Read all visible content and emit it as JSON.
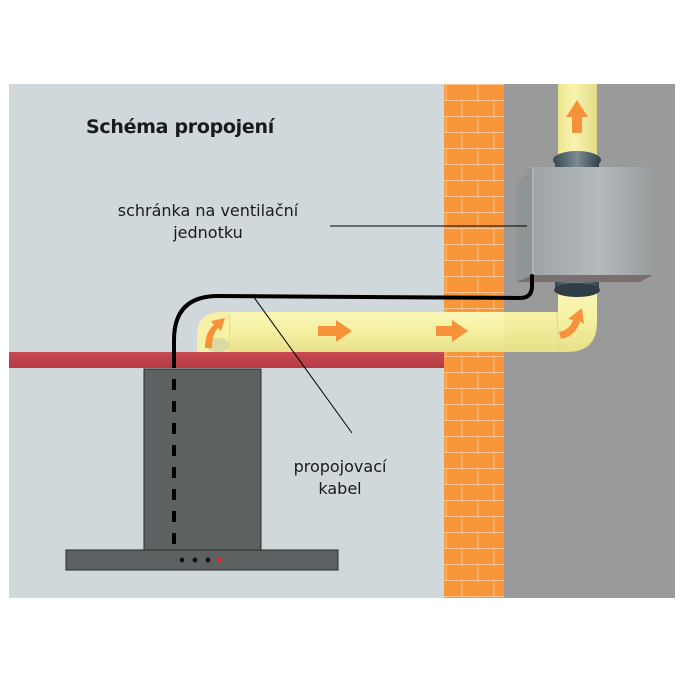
{
  "diagram": {
    "title": "Schéma propojení",
    "labels": {
      "unit_box": [
        "schránka na ventilační",
        "jednotku"
      ],
      "cable": [
        "propojovací",
        "kabel"
      ]
    },
    "components": [
      {
        "id": "interior-wall",
        "description": "interior wall (light grey)"
      },
      {
        "id": "brick-wall",
        "description": "brick wall (orange)"
      },
      {
        "id": "exterior-wall",
        "description": "exterior space (dark grey)"
      },
      {
        "id": "shelf",
        "description": "kitchen cabinet top (red)"
      },
      {
        "id": "cooker-hood",
        "description": "cooker hood with control panel"
      },
      {
        "id": "duct",
        "description": "ventilation duct (yellow)"
      },
      {
        "id": "unit-box",
        "description": "ventilation unit housing (metal box)"
      },
      {
        "id": "cable",
        "description": "connecting cable (black)"
      }
    ],
    "flow_arrows": [
      "up-curve",
      "right",
      "right",
      "up-curve",
      "up"
    ],
    "hood_panel_indicators": [
      {
        "state": "off",
        "color": "#111111"
      },
      {
        "state": "off",
        "color": "#111111"
      },
      {
        "state": "off",
        "color": "#111111"
      },
      {
        "state": "on",
        "color": "#e0202a"
      }
    ],
    "colors": {
      "interior_wall": "#d0d8dc",
      "brick": "#f7963a",
      "mortar": "#fbc48c",
      "exterior_wall": "#9a9a9a",
      "shelf": "#c0404a",
      "hood": "#5e6162",
      "duct": "#f6f2a0",
      "arrow": "#f7923a",
      "box": "#a3a9aa",
      "cable": "#000000"
    }
  }
}
